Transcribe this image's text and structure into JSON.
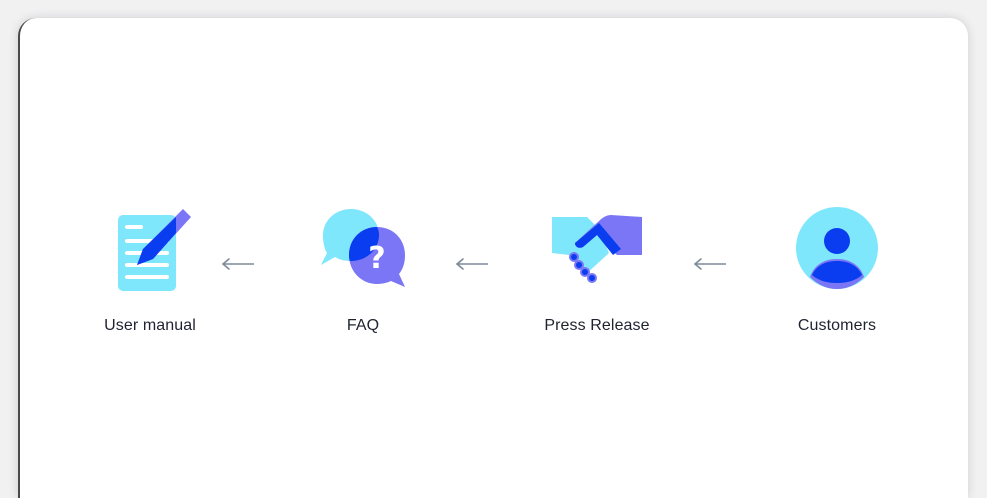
{
  "diagram": {
    "nodes": [
      {
        "id": "user-manual",
        "label": "User manual",
        "icon": "document-pen-icon"
      },
      {
        "id": "faq",
        "label": "FAQ",
        "icon": "speech-bubbles-question-icon"
      },
      {
        "id": "press-release",
        "label": "Press Release",
        "icon": "handshake-icon"
      },
      {
        "id": "customers",
        "label": "Customers",
        "icon": "user-avatar-icon"
      }
    ],
    "edges": [
      {
        "from": "customers",
        "to": "press-release",
        "direction": "left"
      },
      {
        "from": "press-release",
        "to": "faq",
        "direction": "left"
      },
      {
        "from": "faq",
        "to": "user-manual",
        "direction": "left"
      }
    ]
  },
  "colors": {
    "light": "#7ee7fb",
    "purple": "#7b76f5",
    "blue": "#0a3df0",
    "arrow": "#7d8a99",
    "text": "#1f2330"
  }
}
